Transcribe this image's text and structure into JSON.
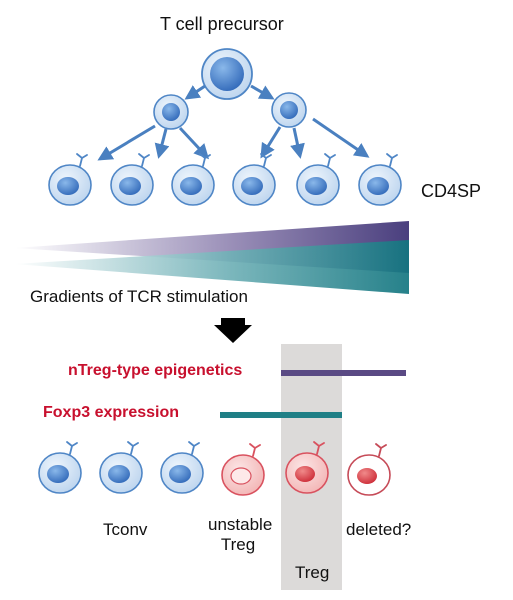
{
  "labels": {
    "precursor": "T cell precursor",
    "cd4sp": "CD4SP",
    "gradients": "Gradients of TCR stimulation",
    "ntreg_epigenetics": "nTreg-type epigenetics",
    "foxp3_expression": "Foxp3 expression",
    "tconv": "Tconv",
    "unstable_line1": "unstable",
    "unstable_line2": "Treg",
    "deleted": "deleted?",
    "treg": "Treg"
  },
  "colors": {
    "cell_blue": "#5b8fcf",
    "nucleus_blue": "#3f78c6",
    "cell_fill": "#d6e6f6",
    "arrow_blue": "#4a80c0",
    "treg_pink": "#e0556a",
    "band_gray": "#dcdad9",
    "epigenetics_bar": "#5a4a84",
    "foxp3_bar": "#1f7f86",
    "red_text": "#c8102e",
    "wedge_purple": "#4a3f7e",
    "wedge_teal": "#137680"
  }
}
